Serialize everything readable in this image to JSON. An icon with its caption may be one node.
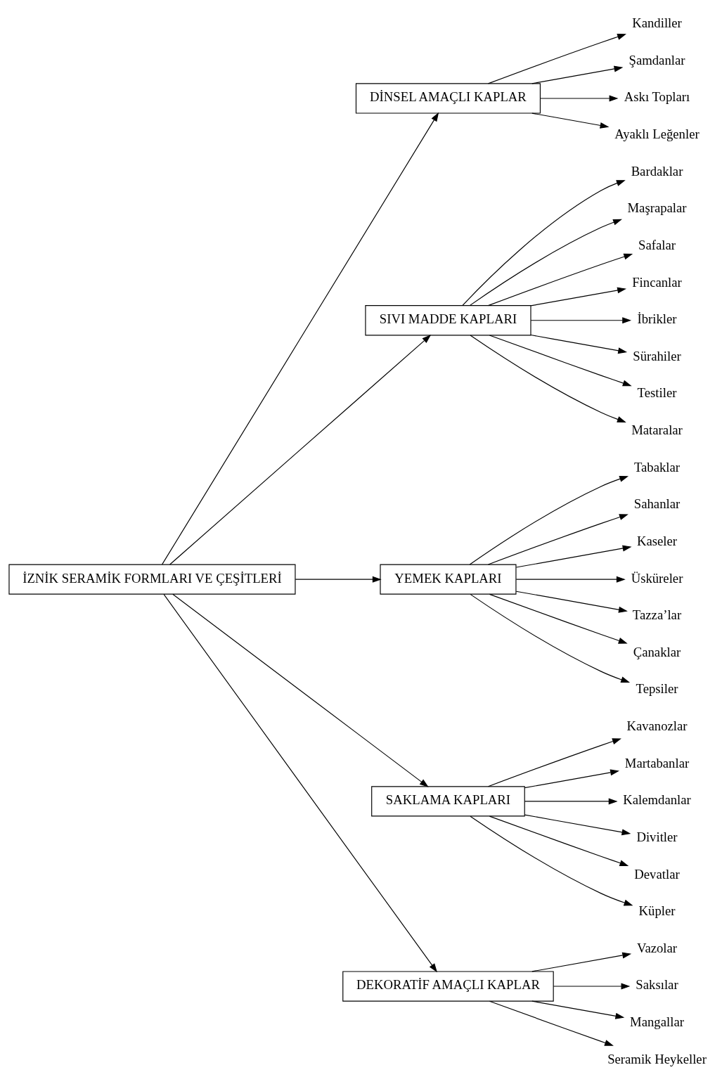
{
  "diagram": {
    "nodes": [
      {
        "text": [
          "İZNİK SERAMİK FORMLARI VE ÇEŞİTLERİ"
        ]
      },
      {
        "text": [
          "DİNSEL AMAÇLI KAPLAR"
        ]
      },
      {
        "text": [
          "Kandiller"
        ]
      },
      {
        "text": [
          "Şamdanlar"
        ]
      },
      {
        "text": [
          "Askı Topları"
        ]
      },
      {
        "text": [
          "Ayaklı Leğenler"
        ]
      },
      {
        "text": [
          "SIVI MADDE KAPLARI"
        ]
      },
      {
        "text": [
          "Bardaklar"
        ]
      },
      {
        "text": [
          "Maşrapalar"
        ]
      },
      {
        "text": [
          "Safalar"
        ]
      },
      {
        "text": [
          "Fincanlar"
        ]
      },
      {
        "text": [
          "İbrikler"
        ]
      },
      {
        "text": [
          "Sürahiler"
        ]
      },
      {
        "text": [
          "Testiler"
        ]
      },
      {
        "text": [
          "Mataralar"
        ]
      },
      {
        "text": [
          "YEMEK KAPLARI"
        ]
      },
      {
        "text": [
          "Tabaklar"
        ]
      },
      {
        "text": [
          "Sahanlar"
        ]
      },
      {
        "text": [
          "Kaseler"
        ]
      },
      {
        "text": [
          "Üsküreler"
        ]
      },
      {
        "text": [
          "Tazza’lar"
        ]
      },
      {
        "text": [
          "Çanaklar"
        ]
      },
      {
        "text": [
          "Tepsiler"
        ]
      },
      {
        "text": [
          "SAKLAMA KAPLARI"
        ]
      },
      {
        "text": [
          "Kavanozlar"
        ]
      },
      {
        "text": [
          "Martabanlar"
        ]
      },
      {
        "text": [
          "Kalemdanlar"
        ]
      },
      {
        "text": [
          "Divitler"
        ]
      },
      {
        "text": [
          "Devatlar"
        ]
      },
      {
        "text": [
          "Küpler"
        ]
      },
      {
        "text": [
          "DEKORATİF AMAÇLI KAPLAR"
        ]
      },
      {
        "text": [
          "Vazolar"
        ]
      },
      {
        "text": [
          "Saksılar"
        ]
      },
      {
        "text": [
          "Mangallar"
        ]
      },
      {
        "text": [
          "Seramik Heykeller"
        ]
      }
    ],
    "edges": [
      {
        "from": 0,
        "to": 1,
        "arrow": "to"
      },
      {
        "from": 0,
        "to": 6,
        "arrow": "to"
      },
      {
        "from": 0,
        "to": 15,
        "arrow": "to"
      },
      {
        "from": 0,
        "to": 23,
        "arrow": "to"
      },
      {
        "from": 0,
        "to": 30,
        "arrow": "to"
      },
      {
        "from": 1,
        "to": 2,
        "arrow": "to"
      },
      {
        "from": 1,
        "to": 3,
        "arrow": "to"
      },
      {
        "from": 1,
        "to": 4,
        "arrow": "to"
      },
      {
        "from": 1,
        "to": 5,
        "arrow": "to"
      },
      {
        "from": 6,
        "to": 7,
        "arrow": "to"
      },
      {
        "from": 6,
        "to": 8,
        "arrow": "to"
      },
      {
        "from": 6,
        "to": 9,
        "arrow": "to"
      },
      {
        "from": 6,
        "to": 10,
        "arrow": "to"
      },
      {
        "from": 6,
        "to": 11,
        "arrow": "to"
      },
      {
        "from": 6,
        "to": 12,
        "arrow": "to"
      },
      {
        "from": 6,
        "to": 13,
        "arrow": "to"
      },
      {
        "from": 6,
        "to": 14,
        "arrow": "to"
      },
      {
        "from": 15,
        "to": 16,
        "arrow": "to"
      },
      {
        "from": 15,
        "to": 17,
        "arrow": "to"
      },
      {
        "from": 15,
        "to": 18,
        "arrow": "to"
      },
      {
        "from": 15,
        "to": 19,
        "arrow": "to"
      },
      {
        "from": 15,
        "to": 20,
        "arrow": "to"
      },
      {
        "from": 15,
        "to": 21,
        "arrow": "to"
      },
      {
        "from": 15,
        "to": 22,
        "arrow": "to"
      },
      {
        "from": 23,
        "to": 24,
        "arrow": "to"
      },
      {
        "from": 23,
        "to": 25,
        "arrow": "to"
      },
      {
        "from": 23,
        "to": 26,
        "arrow": "to"
      },
      {
        "from": 23,
        "to": 27,
        "arrow": "to"
      },
      {
        "from": 23,
        "to": 28,
        "arrow": "to"
      },
      {
        "from": 23,
        "to": 29,
        "arrow": "to"
      },
      {
        "from": 30,
        "to": 31,
        "arrow": "to"
      },
      {
        "from": 30,
        "to": 32,
        "arrow": "to"
      },
      {
        "from": 30,
        "to": 33,
        "arrow": "to"
      },
      {
        "from": 30,
        "to": 34,
        "arrow": "to"
      }
    ]
  }
}
